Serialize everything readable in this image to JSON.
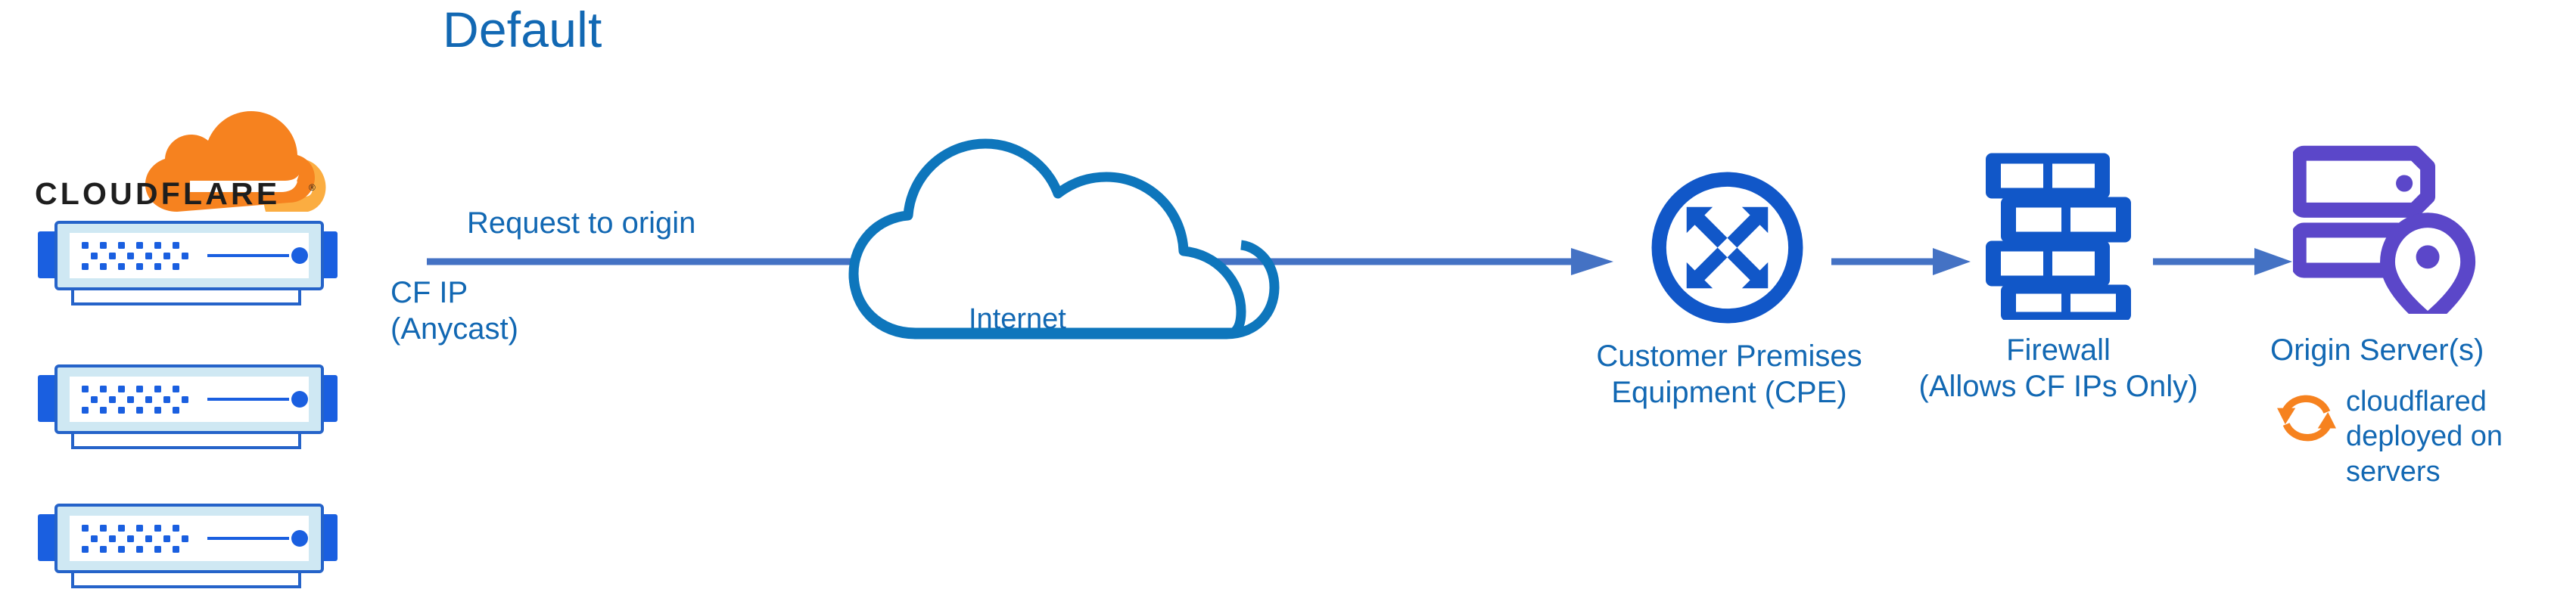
{
  "title": "Default",
  "colors": {
    "label_blue": "#1268B3",
    "node_blue": "#1157C8",
    "arrow_blue": "#4472C4",
    "cloud_blue": "#0E76BC",
    "origin_purple": "#5B47C9",
    "cloudflare_orange_dark": "#F6821F",
    "cloudflare_orange_light": "#FBAD41",
    "device_frame_blue": "#2563C9",
    "device_bezel": "#CFE8F3",
    "background": "#FFFFFF"
  },
  "cloudflare_stack": {
    "brand_name": "CLOUDFLARE",
    "logo_icon": "cloudflare-cloud-logo",
    "registered_mark": "®",
    "device_count": 3,
    "device_icon": "network-switch-icon"
  },
  "edge_labels": {
    "request_to_origin": "Request to origin",
    "cf_ip_line1": "CF IP",
    "cf_ip_line2": "(Anycast)"
  },
  "nodes": [
    {
      "id": "internet",
      "icon": "cloud-outline-icon",
      "label": "Internet"
    },
    {
      "id": "cpe",
      "icon": "router-circle-arrows-icon",
      "label_line1": "Customer Premises",
      "label_line2": "Equipment (CPE)"
    },
    {
      "id": "firewall",
      "icon": "brick-wall-icon",
      "label_line1": "Firewall",
      "label_line2": "(Allows CF IPs Only)"
    },
    {
      "id": "origin",
      "icon": "server-rack-location-pin-icon",
      "label_line1": "Origin Server(s)"
    }
  ],
  "annotations": {
    "cloudflared_icon": "sync-arrows-icon",
    "cloudflared_line1": "cloudflared",
    "cloudflared_line2": "deployed on",
    "cloudflared_line3": "servers"
  },
  "arrows": [
    {
      "id": "cf-to-cpe",
      "from": "cloudflare-edge",
      "to": "cpe"
    },
    {
      "id": "cpe-to-firewall",
      "from": "cpe",
      "to": "firewall"
    },
    {
      "id": "firewall-to-origin",
      "from": "firewall",
      "to": "origin"
    }
  ]
}
